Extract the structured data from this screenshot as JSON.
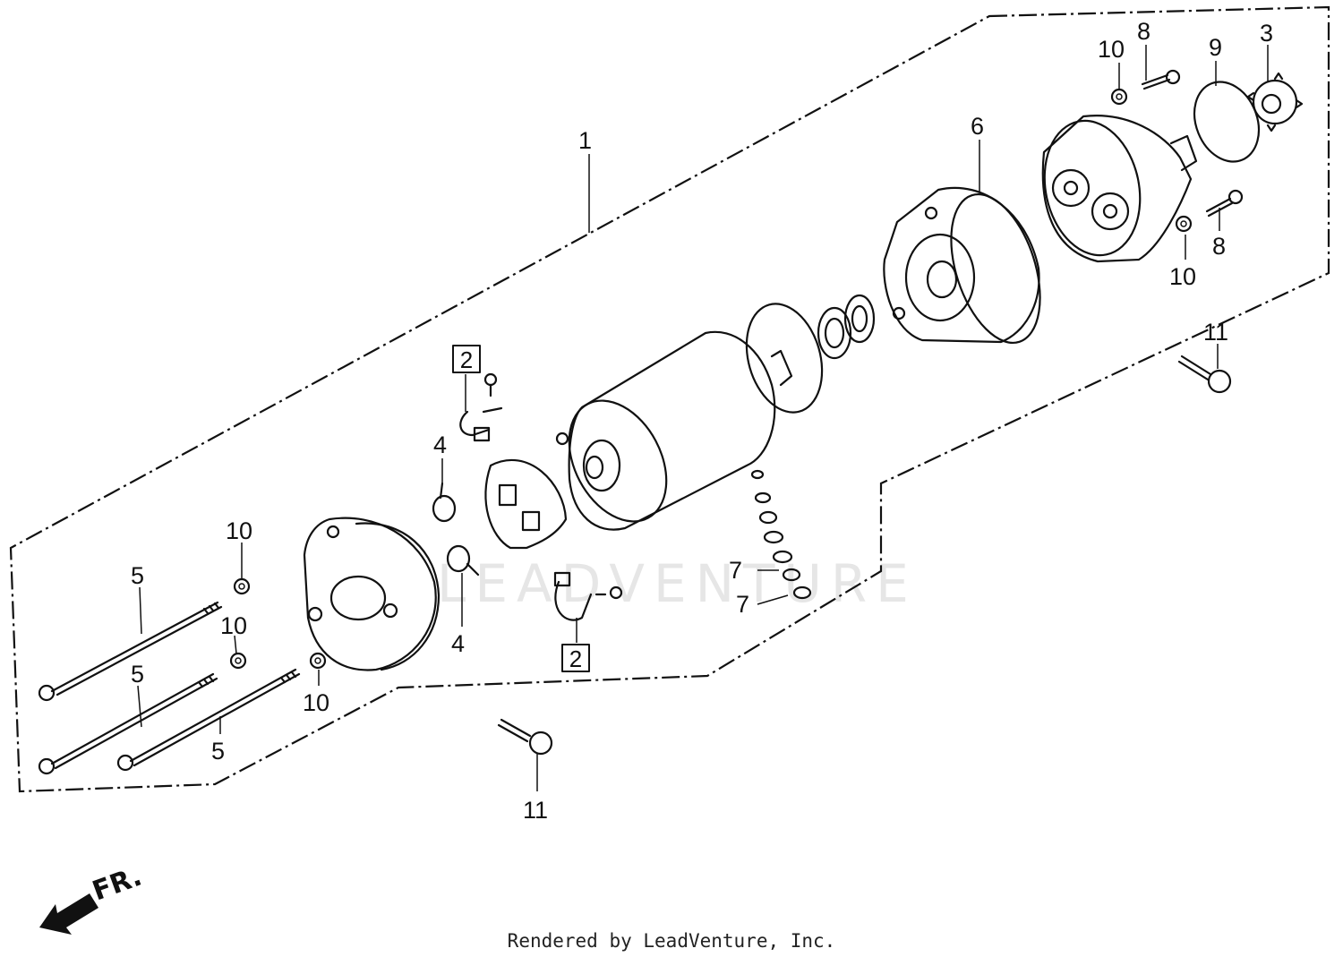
{
  "diagram": {
    "accent_color": "#111111",
    "callouts": [
      {
        "id": "c1",
        "text": "1"
      },
      {
        "id": "c3",
        "text": "3"
      },
      {
        "id": "c4a",
        "text": "4"
      },
      {
        "id": "c4b",
        "text": "4"
      },
      {
        "id": "c5a",
        "text": "5"
      },
      {
        "id": "c5b",
        "text": "5"
      },
      {
        "id": "c5c",
        "text": "5"
      },
      {
        "id": "c6",
        "text": "6"
      },
      {
        "id": "c7a",
        "text": "7"
      },
      {
        "id": "c7b",
        "text": "7"
      },
      {
        "id": "c8a",
        "text": "8"
      },
      {
        "id": "c8b",
        "text": "8"
      },
      {
        "id": "c9",
        "text": "9"
      },
      {
        "id": "c10a",
        "text": "10"
      },
      {
        "id": "c10b",
        "text": "10"
      },
      {
        "id": "c10c",
        "text": "10"
      },
      {
        "id": "c10d",
        "text": "10"
      },
      {
        "id": "c10e",
        "text": "10"
      },
      {
        "id": "c11a",
        "text": "11"
      },
      {
        "id": "c11b",
        "text": "11"
      }
    ],
    "boxed_callouts": [
      {
        "id": "b2a",
        "text": "2"
      },
      {
        "id": "b2b",
        "text": "2"
      }
    ],
    "direction_label": "FR.",
    "watermark": "LEADVENTURE",
    "credit": "Rendered by LeadVenture, Inc."
  }
}
